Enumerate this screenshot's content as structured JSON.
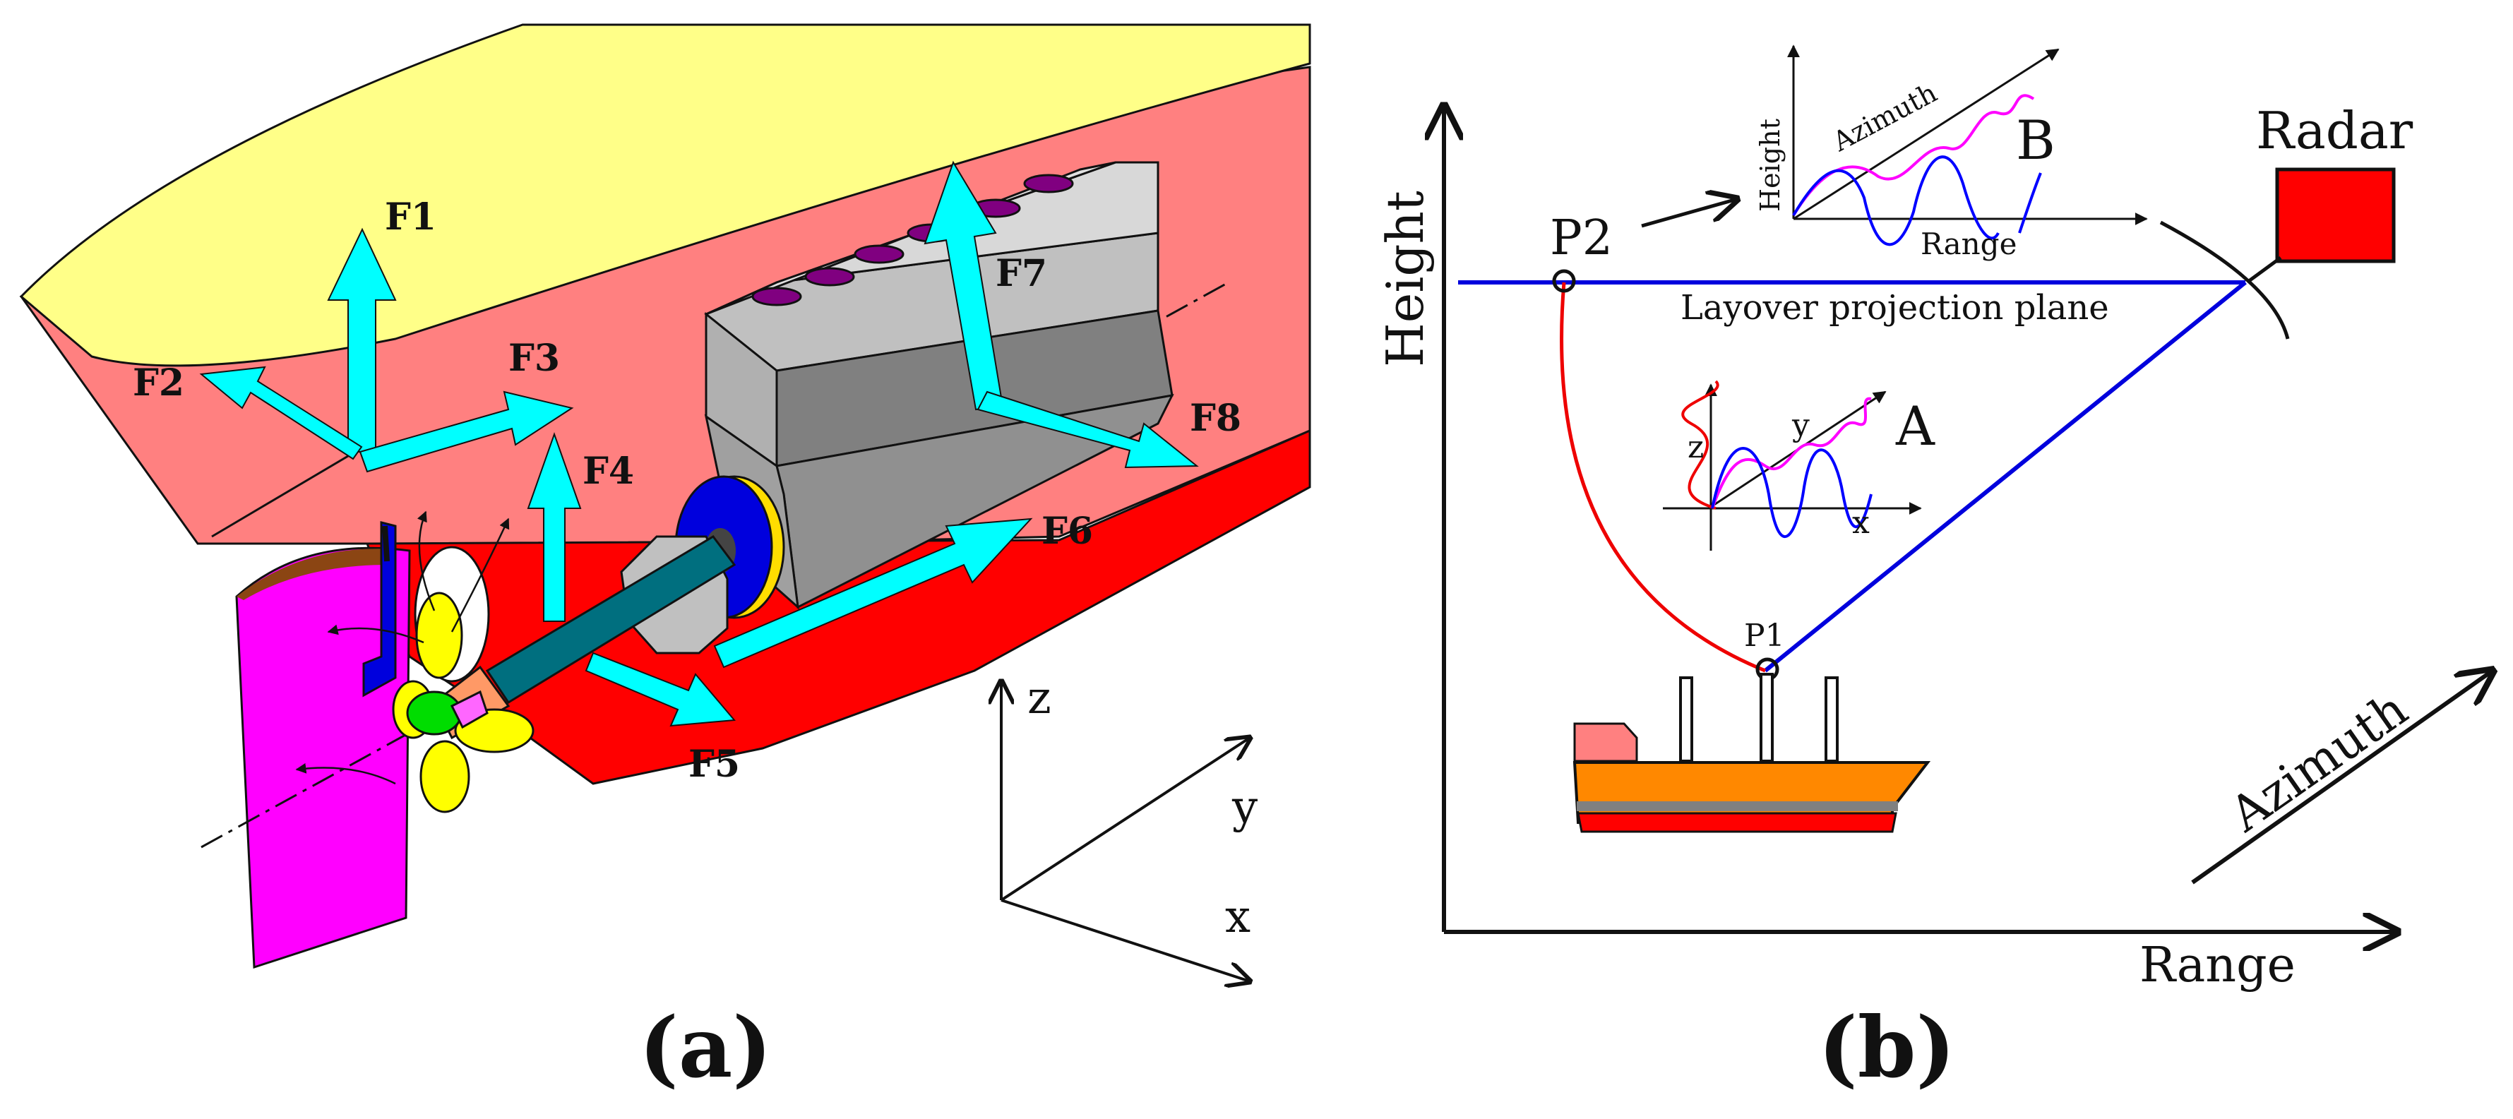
{
  "panel_a": {
    "forces": [
      "F1",
      "F2",
      "F3",
      "F4",
      "F5",
      "F6",
      "F7",
      "F8"
    ],
    "axes": {
      "z": "z",
      "y": "y",
      "x": "x"
    },
    "caption": "(a)",
    "colors": {
      "deck": "#ffff88",
      "hull": "#ff8080",
      "underside": "#ff0000",
      "rudder": "#ff00ff",
      "arrow": "#00ffff",
      "disc": "#0000dd",
      "engine_light": "#c0c0c0",
      "engine_dark": "#808080",
      "shaft": "#006f7f",
      "blade": "#ffff00",
      "hub": "#00dd00",
      "port": "#800080"
    }
  },
  "panel_b": {
    "axes": {
      "height": "Height",
      "range": "Range",
      "azimuth": "Azimuth"
    },
    "points": {
      "p1": "P1",
      "p2": "P2"
    },
    "radar": "Radar",
    "plane_label": "Layover projection plane",
    "inset_a": {
      "label": "A",
      "x": "x",
      "y": "y",
      "z": "z"
    },
    "inset_b": {
      "label": "B",
      "height": "Height",
      "range": "Range",
      "azimuth": "Azimuth"
    },
    "caption": "(b)",
    "colors": {
      "plane": "#0000dd",
      "curve": "#ee0000",
      "radar": "#ff0000",
      "ship_body": "#ff8800",
      "ship_stripe": "#808080",
      "ship_bottom": "#ff0000",
      "ship_cabin": "#ff8080",
      "wave_blue": "#0000ff",
      "wave_magenta": "#ff00ff"
    }
  }
}
